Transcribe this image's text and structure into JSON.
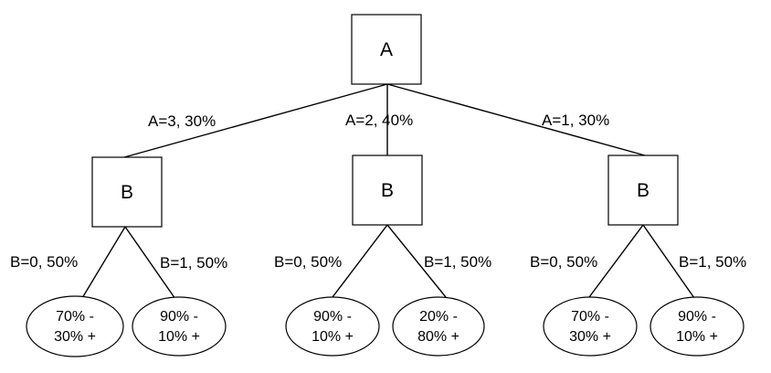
{
  "root": {
    "label": "A"
  },
  "branches": [
    {
      "edge_label": "A=3, 30%",
      "node_label": "B",
      "left_edge_label": "B=0, 50%",
      "right_edge_label": "B=1, 50%",
      "left_leaf": {
        "line1": "70% -",
        "line2": "30% +"
      },
      "right_leaf": {
        "line1": "90% -",
        "line2": "10% +"
      }
    },
    {
      "edge_label": "A=2, 40%",
      "node_label": "B",
      "left_edge_label": "B=0, 50%",
      "right_edge_label": "B=1, 50%",
      "left_leaf": {
        "line1": "90% -",
        "line2": "10% +"
      },
      "right_leaf": {
        "line1": "20% -",
        "line2": "80% +"
      }
    },
    {
      "edge_label": "A=1, 30%",
      "node_label": "B",
      "left_edge_label": "B=0, 50%",
      "right_edge_label": "B=1, 50%",
      "left_leaf": {
        "line1": "70% -",
        "line2": "30% +"
      },
      "right_leaf": {
        "line1": "90% -",
        "line2": "10% +"
      }
    }
  ]
}
